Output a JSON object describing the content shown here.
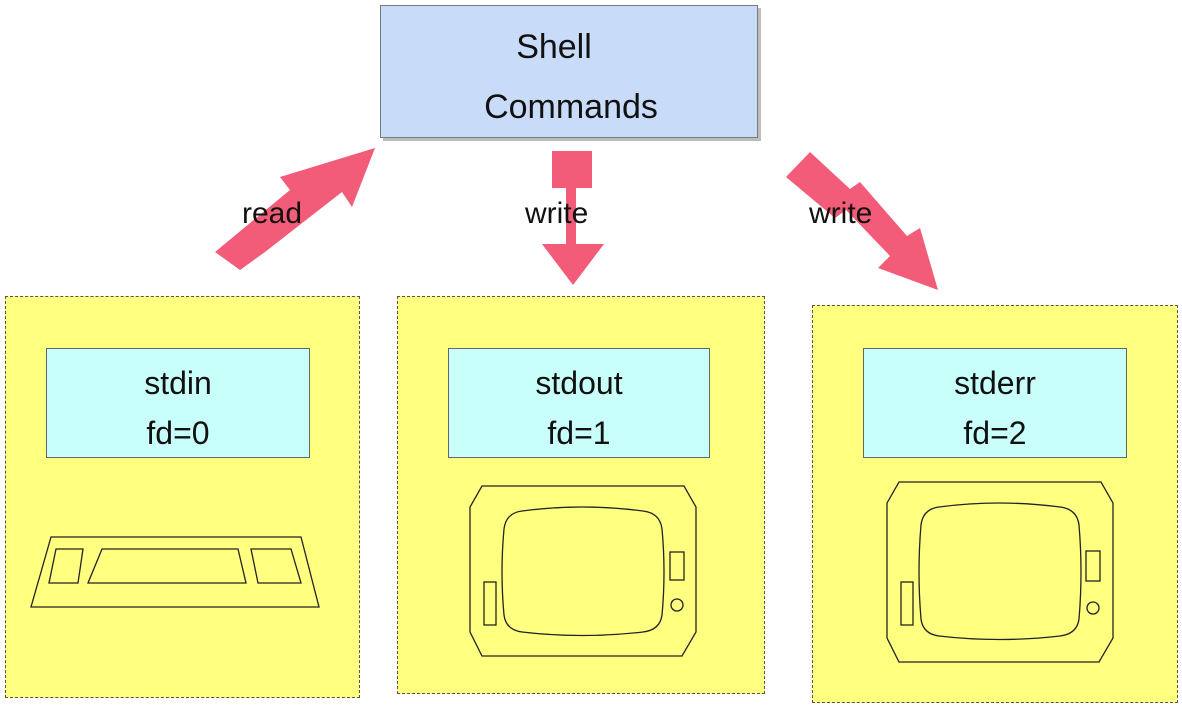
{
  "shell": {
    "title": "Shell",
    "subtitle": "Commands"
  },
  "arrows": [
    {
      "label": "read",
      "direction": "to-shell",
      "color": "#f25c78"
    },
    {
      "label": "write",
      "direction": "from-shell",
      "color": "#f25c78"
    },
    {
      "label": "write",
      "direction": "from-shell",
      "color": "#f25c78"
    }
  ],
  "streams": [
    {
      "name": "stdin",
      "fd": "fd=0",
      "device": "keyboard-icon"
    },
    {
      "name": "stdout",
      "fd": "fd=1",
      "device": "monitor-icon"
    },
    {
      "name": "stderr",
      "fd": "fd=2",
      "device": "monitor-icon"
    }
  ],
  "colors": {
    "shell_fill": "#c8dcfa",
    "panel_fill": "#ffff80",
    "label_fill": "#c8fffa",
    "arrow_fill": "#f25c78"
  }
}
